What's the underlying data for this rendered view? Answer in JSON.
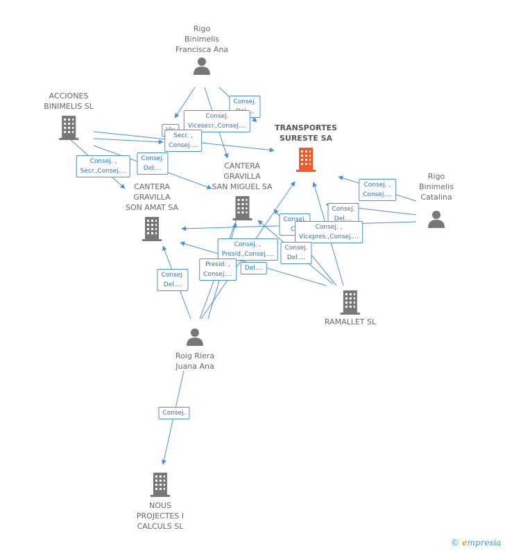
{
  "nodes": {
    "rigo_francisca": {
      "lines": [
        "Rigo",
        "Binimelis",
        "Francisca Ana"
      ],
      "type": "person"
    },
    "acciones": {
      "lines": [
        "ACCIONES",
        "BINIMELIS SL"
      ],
      "type": "company"
    },
    "transportes": {
      "lines": [
        "TRANSPORTES",
        "SURESTE SA"
      ],
      "type": "company-main"
    },
    "cantera_sm": {
      "lines": [
        "CANTERA",
        "GRAVILLA",
        "SAN MIGUEL SA"
      ],
      "type": "company"
    },
    "cantera_sa": {
      "lines": [
        "CANTERA",
        "GRAVILLA",
        "SON AMAT SA"
      ],
      "type": "company"
    },
    "rigo_catalina": {
      "lines": [
        "Rigo",
        "Binimelis",
        "Catalina"
      ],
      "type": "person"
    },
    "ramallet": {
      "lines": [
        "RAMALLET SL"
      ],
      "type": "company"
    },
    "roig": {
      "lines": [
        "Roig Riera",
        "Juana Ana"
      ],
      "type": "person"
    },
    "nous": {
      "lines": [
        "NOUS",
        "PROJECTES I",
        "CALCULS SL"
      ],
      "type": "company"
    }
  },
  "edge_labels": [
    {
      "lines": [
        "Consej.",
        "Del...."
      ]
    },
    {
      "lines": [
        "Vic"
      ]
    },
    {
      "lines": [
        "Consej.",
        "Vicesecr.,Consej...."
      ]
    },
    {
      "lines": [
        "Secr. ,",
        "Consej...."
      ]
    },
    {
      "lines": [
        "Consej. ,",
        "Secr.,Consej...."
      ]
    },
    {
      "lines": [
        "Consej.",
        "Del...."
      ]
    },
    {
      "lines": [
        "Consej. ,",
        "Consej...."
      ]
    },
    {
      "lines": [
        "Consej.",
        "Del...."
      ]
    },
    {
      "lines": [
        "Consej.",
        "Co"
      ]
    },
    {
      "lines": [
        "Consej. ,",
        "Vicepres.,Consej...."
      ]
    },
    {
      "lines": [
        "Consej. ,",
        "Presid.,Consej...."
      ]
    },
    {
      "lines": [
        "Consej.",
        "Del...."
      ]
    },
    {
      "lines": [
        "Presid. ,",
        "Consej...."
      ]
    },
    {
      "lines": [
        "Del...."
      ]
    },
    {
      "lines": [
        "Consej.",
        "Del...."
      ]
    },
    {
      "lines": [
        "Consej."
      ]
    }
  ],
  "colors": {
    "edge": "#4a8fd6",
    "node_gray": "#777777",
    "main": "#f05a28"
  },
  "icons": {
    "person": "person-icon",
    "company": "building-icon"
  },
  "logo": {
    "symbol": "©",
    "first": "e",
    "rest": "mpresia"
  }
}
